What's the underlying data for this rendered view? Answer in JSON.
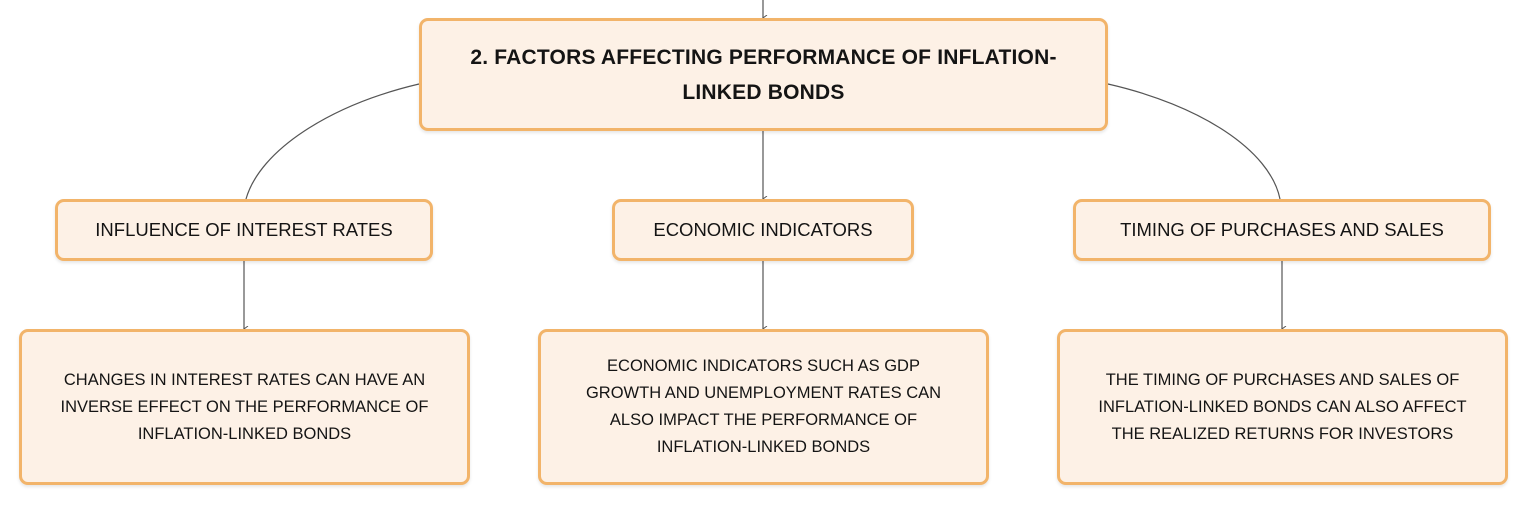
{
  "diagram": {
    "root": {
      "label": "2. FACTORS AFFECTING PERFORMANCE OF INFLATION-LINKED BONDS"
    },
    "branches": [
      {
        "label": "INFLUENCE OF INTEREST RATES",
        "detail": "CHANGES IN INTEREST RATES CAN HAVE AN INVERSE EFFECT ON THE PERFORMANCE OF INFLATION-LINKED BONDS"
      },
      {
        "label": "ECONOMIC INDICATORS",
        "detail": "ECONOMIC INDICATORS SUCH AS GDP GROWTH AND UNEMPLOYMENT RATES CAN ALSO IMPACT THE PERFORMANCE OF INFLATION-LINKED BONDS"
      },
      {
        "label": "TIMING OF PURCHASES AND SALES",
        "detail": "THE TIMING OF PURCHASES AND SALES OF INFLATION-LINKED BONDS CAN ALSO AFFECT THE REALIZED RETURNS FOR INVESTORS"
      }
    ],
    "colors": {
      "node_fill": "#fdf1e6",
      "node_border": "#f2b46a",
      "connector": "#555555",
      "text": "#141414"
    }
  }
}
